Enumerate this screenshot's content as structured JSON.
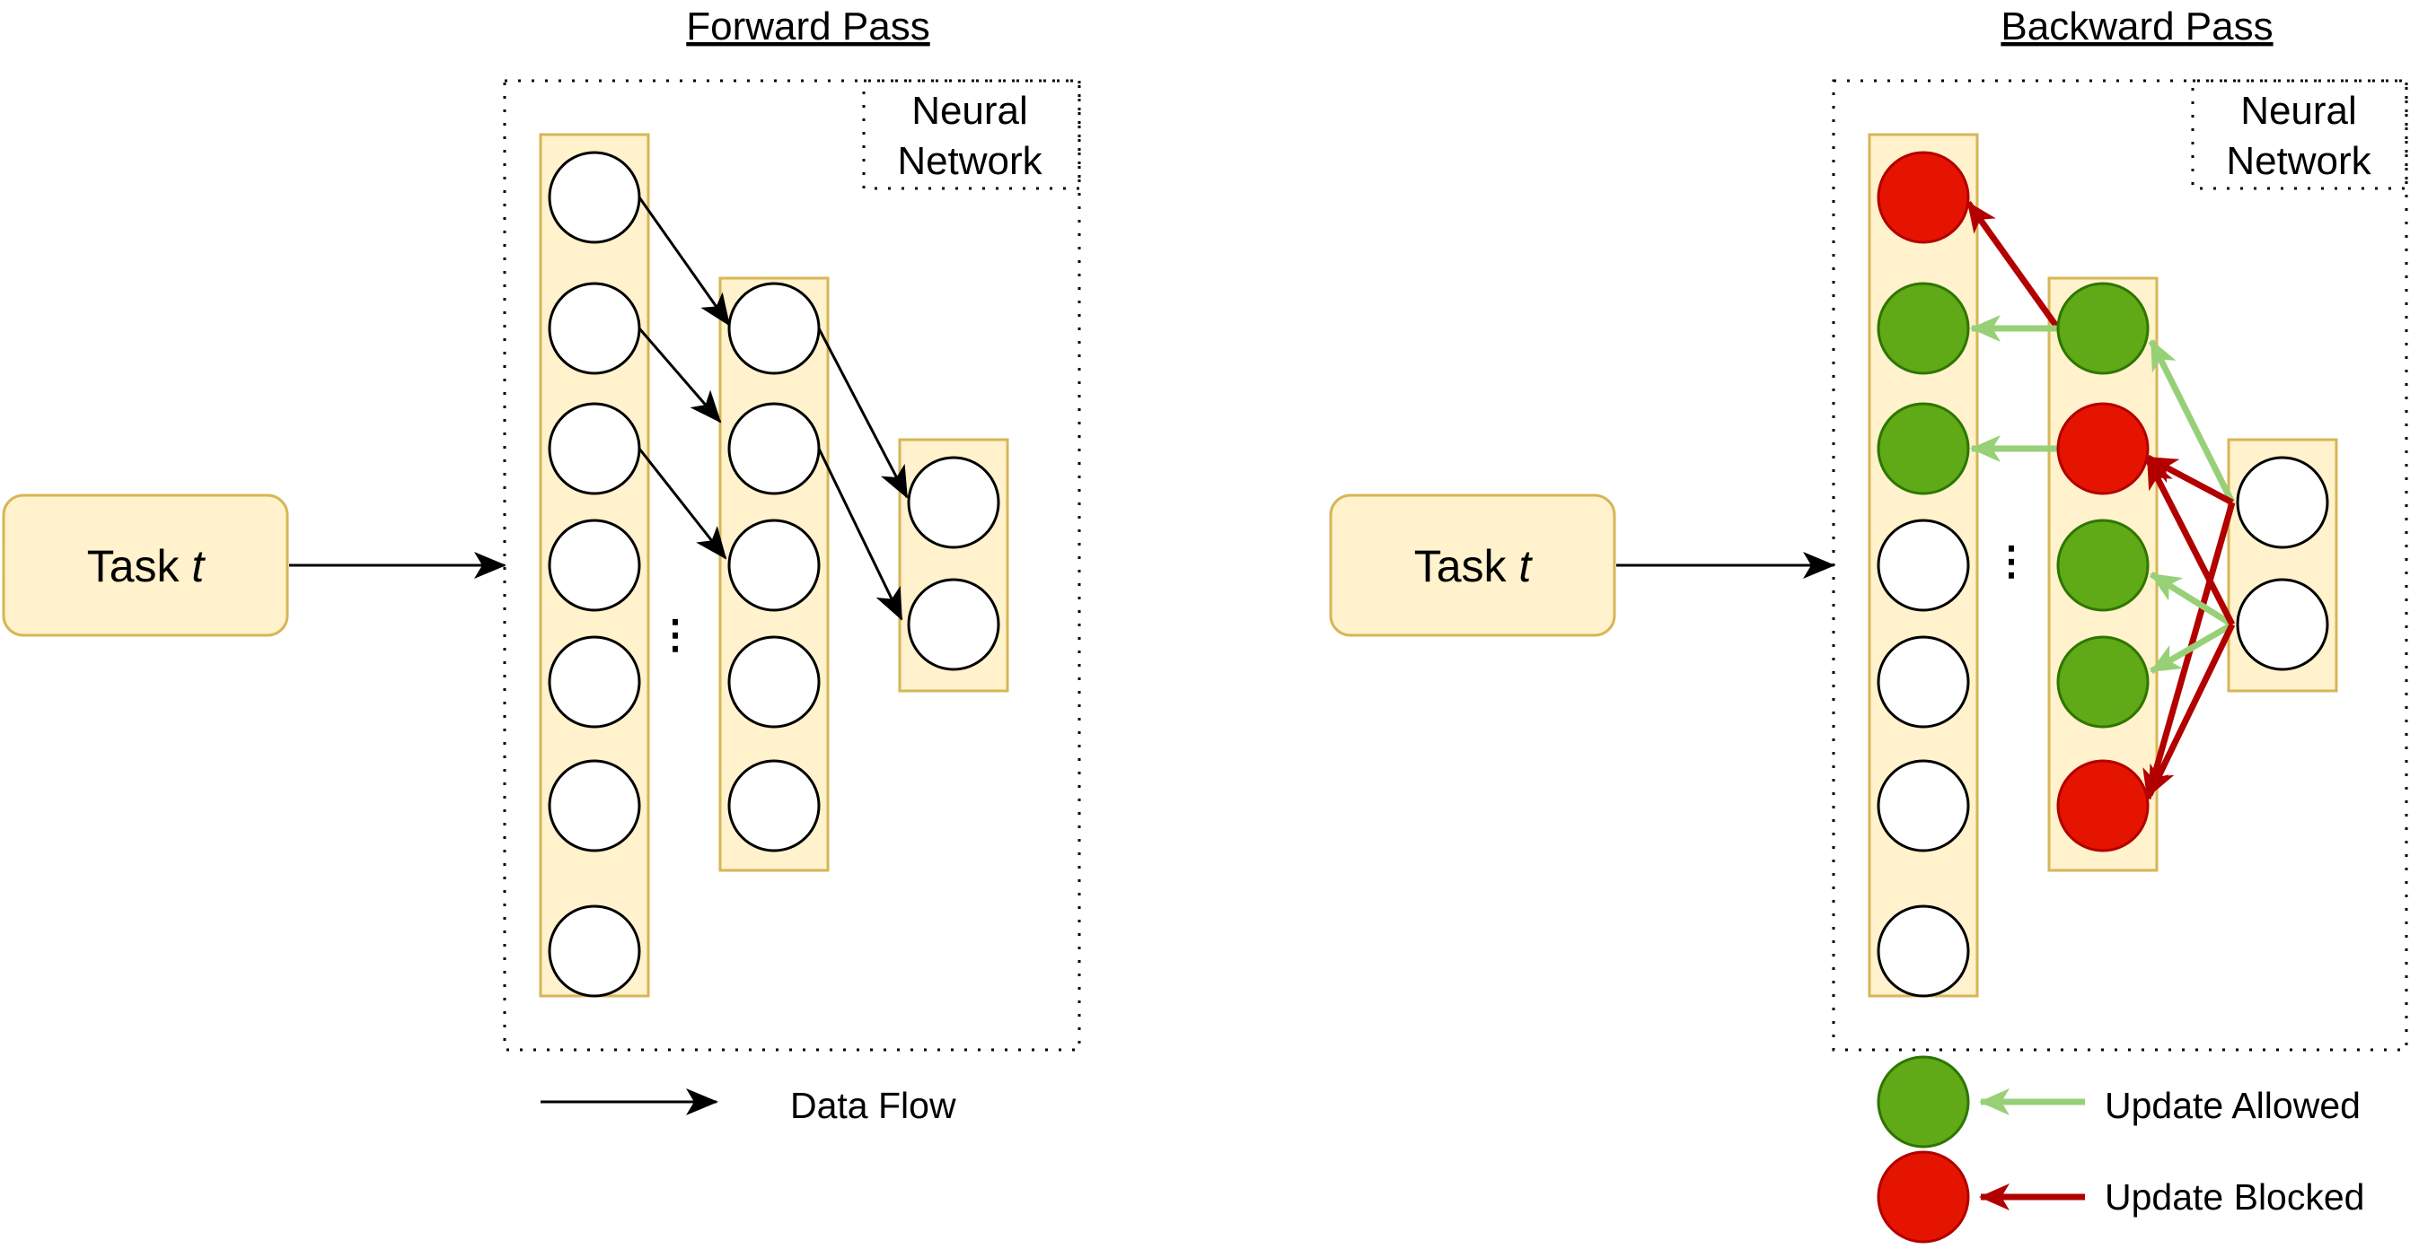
{
  "forward": {
    "title": "Forward Pass",
    "network_label": [
      "Neural",
      "Network"
    ],
    "task_label": "Task",
    "task_var": "t",
    "ellipsis": "⋮",
    "legend_data_flow": "Data Flow"
  },
  "backward": {
    "title": "Backward Pass",
    "network_label": [
      "Neural",
      "Network"
    ],
    "task_label": "Task",
    "task_var": "t",
    "ellipsis": "⋮",
    "legend_allowed": "Update Allowed",
    "legend_blocked": "Update Blocked"
  },
  "colors": {
    "layer_fill": "#fff2cc",
    "layer_stroke": "#d6b656",
    "allowed_node": "#60a917",
    "allowed_node_stroke": "#2d7600",
    "allowed_arrow": "#97d077",
    "blocked_node": "#e51400",
    "blocked_node_stroke": "#b20000",
    "blocked_arrow": "#b20000"
  },
  "backward_node_states": {
    "layer1": [
      "blocked",
      "allowed",
      "allowed",
      "none",
      "none",
      "none",
      "none"
    ],
    "layer2": [
      "allowed",
      "blocked",
      "allowed",
      "allowed",
      "blocked"
    ],
    "layer3": [
      "none",
      "none"
    ]
  }
}
